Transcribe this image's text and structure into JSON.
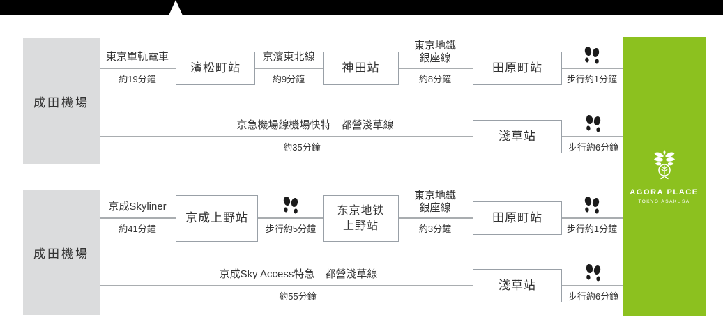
{
  "colors": {
    "topbar": "#000000",
    "origin_box": "#dbdcdd",
    "route_line": "#a9adb0",
    "station_border": "#99a0a7",
    "hotel_green": "#8cc11f",
    "text": "#333333"
  },
  "icons": {
    "walk": "footprints-icon",
    "topbar_pointer": "up-triangle-notch",
    "hotel_logo": "agora-crest-logo"
  },
  "hotel": {
    "brand": "AGORA PLACE",
    "location": "TOKYO ASAKUSA"
  },
  "block1": {
    "origin": "成田機場",
    "row1": {
      "leg1": {
        "line": "東京單軌電車",
        "time": "約19分鐘"
      },
      "station1": "濱松町站",
      "leg2": {
        "line": "京濱東北線",
        "time": "約9分鐘"
      },
      "station2": "神田站",
      "leg3": {
        "line1": "東京地鐵",
        "line2": "銀座線",
        "time": "約8分鐘"
      },
      "station3": "田原町站",
      "walk": {
        "time": "步行約1分鐘"
      }
    },
    "row2": {
      "leg": {
        "line": "京急機場線機場快特　都營淺草線",
        "time": "約35分鐘"
      },
      "station": "淺草站",
      "walk": {
        "time": "步行約6分鐘"
      }
    }
  },
  "block2": {
    "origin": "成田機場",
    "row1": {
      "leg1": {
        "line": "京成Skyliner",
        "time": "約41分鐘"
      },
      "station1": "京成上野站",
      "walk1": {
        "time": "步行約5分鐘"
      },
      "station2": {
        "line1": "东京地铁",
        "line2": "上野站"
      },
      "leg2": {
        "line1": "東京地鐵",
        "line2": "銀座線",
        "time": "約3分鐘"
      },
      "station3": "田原町站",
      "walk2": {
        "time": "步行約1分鐘"
      }
    },
    "row2": {
      "leg": {
        "line": "京成Sky Access特急　都營淺草線",
        "time": "約55分鐘"
      },
      "station": "淺草站",
      "walk": {
        "time": "步行約6分鐘"
      }
    }
  }
}
